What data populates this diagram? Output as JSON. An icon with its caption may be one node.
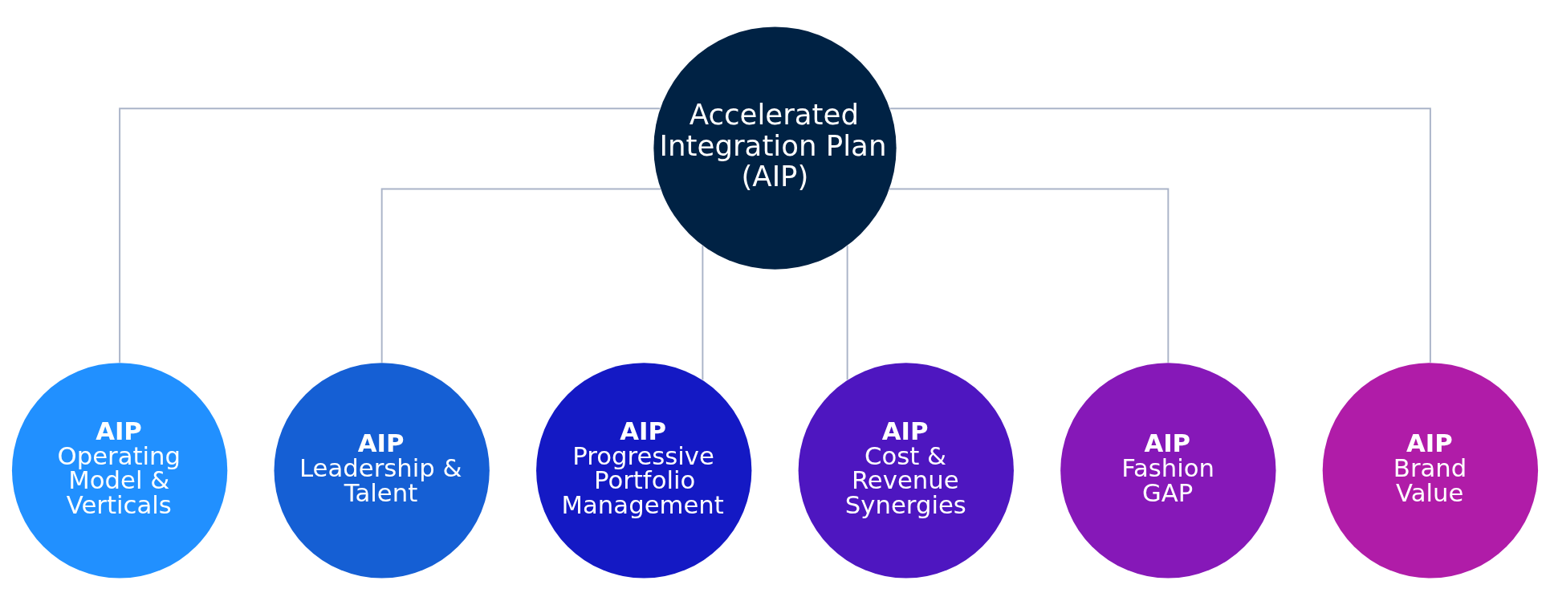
{
  "diagram": {
    "nodes": [
      {
        "text": [
          "Accelerated Integration Plan (AIP)"
        ]
      },
      {
        "text": [
          "AIP",
          "Operating Model & Verticals"
        ]
      },
      {
        "text": [
          "AIP",
          "Leadership & Talent"
        ]
      },
      {
        "text": [
          "AIP",
          "Progressive Portfolio Management"
        ]
      },
      {
        "text": [
          "AIP",
          "Cost & Revenue Synergies"
        ]
      },
      {
        "text": [
          "AIP",
          "Fashion GAP"
        ]
      },
      {
        "text": [
          "AIP",
          "Brand Value"
        ]
      }
    ],
    "edges": [
      {
        "from": 0,
        "to": 1,
        "arrow": "none"
      },
      {
        "from": 0,
        "to": 2,
        "arrow": "none"
      },
      {
        "from": 0,
        "to": 3,
        "arrow": "none"
      },
      {
        "from": 0,
        "to": 4,
        "arrow": "none"
      },
      {
        "from": 0,
        "to": 5,
        "arrow": "none"
      },
      {
        "from": 0,
        "to": 6,
        "arrow": "none"
      }
    ]
  }
}
